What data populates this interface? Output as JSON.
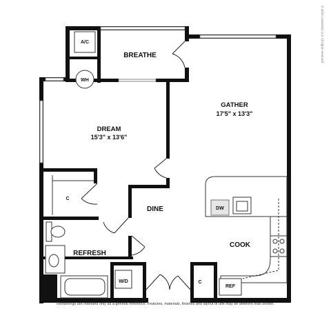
{
  "rooms": {
    "breathe": "BREATHE",
    "gather": "GATHER",
    "gather_dims": "17'5\" x 13'3\"",
    "dream": "DREAM",
    "dream_dims": "15'3\" x 13'6\"",
    "dine": "DINE",
    "refresh": "REFRESH",
    "cook": "COOK"
  },
  "fixtures": {
    "ac": "A/C",
    "wh": "WH",
    "closet": "C",
    "dw": "DW",
    "wd": "W/D",
    "closet2": "C",
    "ref": "REF"
  },
  "footer": {
    "disclaimer": "Renderings are intended only as a general reference. Features, materials, finishes and layout of unit may be different than shown.",
    "copyright": "© 2018 LeaseStar LLC All rights reserved"
  }
}
